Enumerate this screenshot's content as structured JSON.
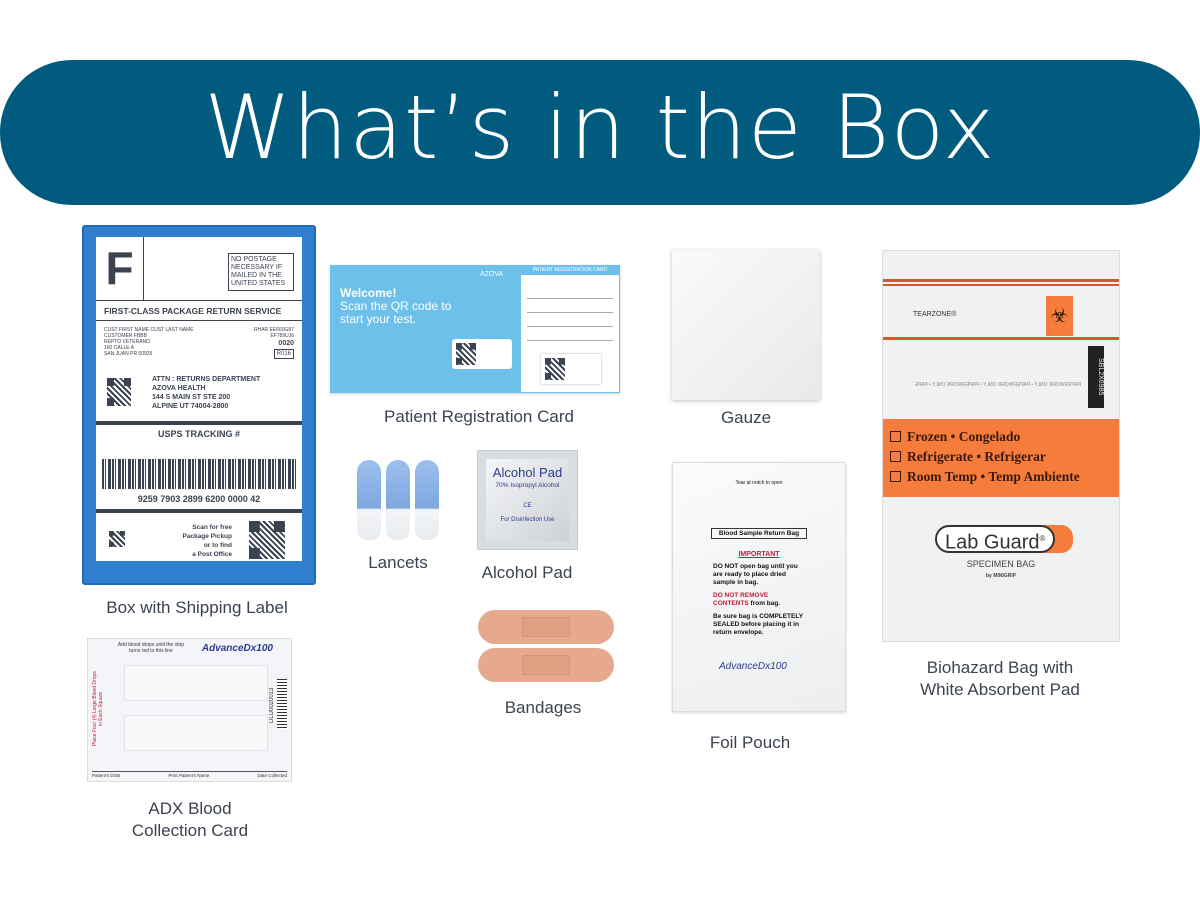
{
  "header": {
    "title": "What’s in the Box",
    "color": "#005b7f"
  },
  "items": {
    "box": {
      "label": "Box with Shipping Label",
      "shipping_label": {
        "class_letter": "F",
        "postage_note": "NO POSTAGE NECESSARY IF MAILED IN THE UNITED STATES",
        "service": "FIRST-CLASS PACKAGE RETURN SERVICE",
        "sender": [
          "CUST FIRST NAME CUST LAST NAME",
          "CUSTOMER FBBB",
          "REPTO VETERANO",
          "160 CALLE A",
          "SAN JUAN PR 00926"
        ],
        "codes": [
          "RHAR EE660G87",
          "EF789UJ6",
          "0020",
          "R016"
        ],
        "recipient": [
          "ATTN : RETURNS DEPARTMENT",
          "AZOVA HEALTH",
          "144 S MAIN ST STE 200",
          "ALPINE UT 74004-2800"
        ],
        "tracking_heading": "USPS TRACKING #",
        "tracking_number": "9259 7903 2899 6200 0000 42",
        "pickup_note": [
          "Scan for free",
          "Package Pickup",
          "or to find",
          "a Post Office"
        ]
      }
    },
    "registration_card": {
      "label": "Patient Registration Card",
      "brand": "AZOVA",
      "welcome": "Welcome!",
      "scan_text": "Scan the QR code to start your test.",
      "right_title": "PATIENT REGISTRATION CARD"
    },
    "gauze": {
      "label": "Gauze"
    },
    "biohazard_bag": {
      "label_line1": "Biohazard Bag with",
      "label_line2": "White Absorbent Pad",
      "tearzone": "TEARZONE®",
      "paperwork": "PAPERWORK ONLY • PAPERWORK ONLY • PAPERWORK ONLY • PAPE",
      "options": [
        "Frozen • Congelado",
        "Refrigerate • Refrigerar",
        "Room Temp • Temp Ambiente"
      ],
      "brand": "Lab Guard",
      "brand_mark": "®",
      "subtitle": "SPECIMEN BAG",
      "by": "by MINIGRIP",
      "code": "SBL2X6985"
    },
    "lancets": {
      "label": "Lancets"
    },
    "alcohol_pad": {
      "label": "Alcohol Pad",
      "title": "Alcohol Pad",
      "subtitle": "70% Isopropyl Alcohol",
      "ce": "CE",
      "use": "For Disinfection Use"
    },
    "bandages": {
      "label": "Bandages"
    },
    "foil_pouch": {
      "label": "Foil Pouch",
      "tear": "Tear at notch to open",
      "bag_title": "Blood Sample Return Bag",
      "important": "IMPORTANT",
      "bullet1": "DO NOT open bag until you are ready to place dried sample in bag.",
      "bullet2_red": "DO NOT REMOVE CONTENTS",
      "bullet2_rest": " from bag.",
      "bullet3": "Be sure bag is COMPLETELY SEALED before placing it in return envelope.",
      "brand": "AdvanceDx100"
    },
    "adx_card": {
      "label_line1": "ADX Blood",
      "label_line2": "Collection Card",
      "instruction": "Add blood drops until the strip turns red to this line",
      "side_text": "Place Four (4) Large Blood Drops in Each Square",
      "brand": "AdvanceDx100",
      "serial": "DLU0020013",
      "footer": [
        "Patient's DOB",
        "Print Patient's Name",
        "Date Collected"
      ]
    }
  }
}
